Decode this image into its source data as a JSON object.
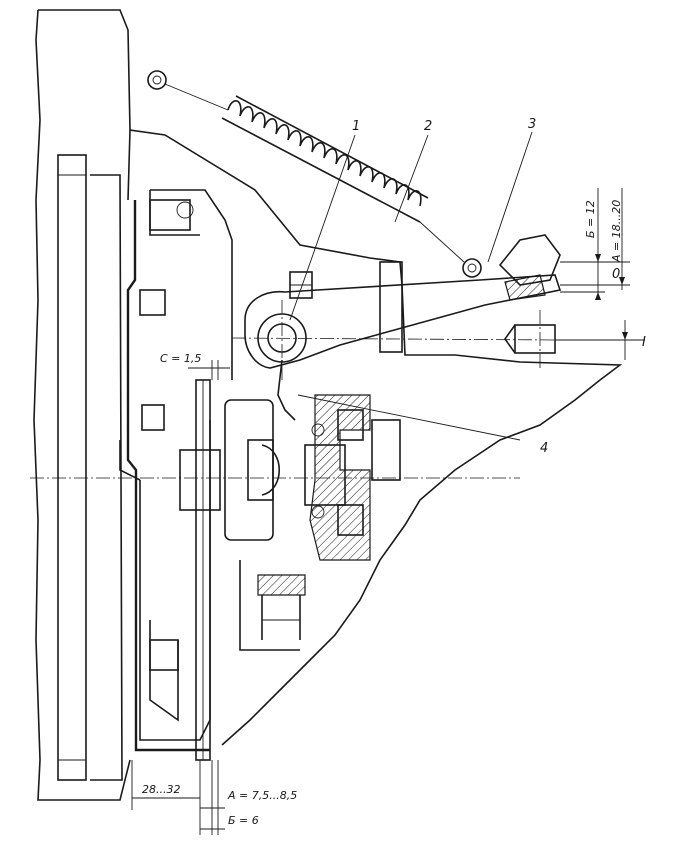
{
  "callouts": [
    "1",
    "2",
    "3",
    "4"
  ],
  "dimensions": {
    "b_top": "Б = 12",
    "a_top": "А = 18...20",
    "zero": "0",
    "roman_one": "I",
    "c": "С = 1,5",
    "range_28_32": "28...32",
    "a_bottom": "А = 7,5...8,5",
    "b_bottom": "Б = 6"
  },
  "colors": {
    "ink": "#1a1a1a",
    "paper": "#ffffff"
  }
}
